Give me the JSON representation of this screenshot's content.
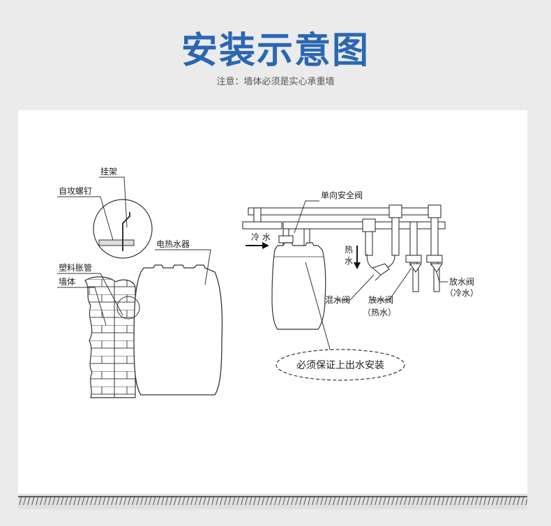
{
  "header": {
    "title": "安装示意图",
    "subtitle": "注意：墙体必须是实心承重墙"
  },
  "left_labels": {
    "bracket": "挂架",
    "screw": "自攻螺钉",
    "heater": "电热水器",
    "anchor": "塑料胀管",
    "wall": "墙体"
  },
  "right_labels": {
    "check_valve": "单向安全阀",
    "cold_water": "冷 水",
    "hot": "热",
    "water": "水",
    "mixing_valve": "混水阀",
    "drain_valve_hot": "放水阀",
    "drain_valve_hot_sub": "（热水）",
    "drain_valve_cold": "放水阀",
    "drain_valve_cold_sub": "（冷水）"
  },
  "note": "必须保证上出水安装",
  "colors": {
    "title": "#2a67b3",
    "background": "#ebebeb",
    "panel": "#ffffff"
  }
}
